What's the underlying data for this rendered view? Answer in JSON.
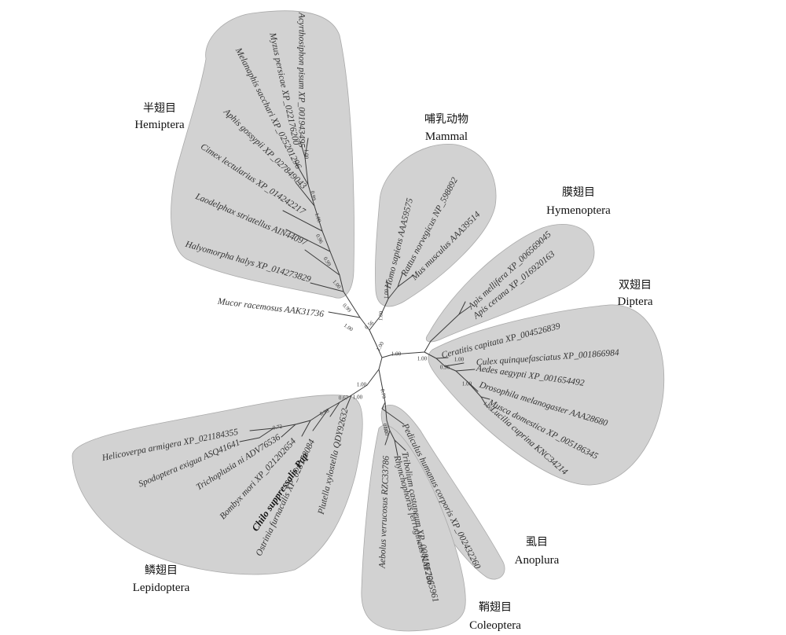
{
  "groups": [
    {
      "id": "hemiptera",
      "name_cn": "半翅目",
      "name_en": "Hemiptera"
    },
    {
      "id": "mammal",
      "name_cn": "哺乳动物",
      "name_en": "Mammal"
    },
    {
      "id": "hymenoptera",
      "name_cn": "膜翅目",
      "name_en": "Hymenoptera"
    },
    {
      "id": "diptera",
      "name_cn": "双翅目",
      "name_en": "Diptera"
    },
    {
      "id": "anoplura",
      "name_cn": "虱目",
      "name_en": "Anoplura"
    },
    {
      "id": "coleoptera",
      "name_cn": "鞘翅目",
      "name_en": "Coleoptera"
    },
    {
      "id": "lepidoptera",
      "name_cn": "鳞翅目",
      "name_en": "Lepidoptera"
    }
  ],
  "leaves": [
    {
      "id": "acyrthosiphon",
      "label": "Acyrthosiphon pisum XP_001943495",
      "group": "hemiptera"
    },
    {
      "id": "myzus",
      "label": "Myzus persicae XP_022176200",
      "group": "hemiptera"
    },
    {
      "id": "melanaphis",
      "label": "Melanaphis sacchari XP_025201296",
      "group": "hemiptera"
    },
    {
      "id": "aphis",
      "label": "Aphis gossypii XP_027849043",
      "group": "hemiptera"
    },
    {
      "id": "cimex",
      "label": "Cimex lectularius XP_014242217",
      "group": "hemiptera"
    },
    {
      "id": "laodelphax",
      "label": "Laodelphax striatellus AIN44097",
      "group": "hemiptera"
    },
    {
      "id": "halyomorpha",
      "label": "Halyomorpha halys XP_014273829",
      "group": "hemiptera"
    },
    {
      "id": "mucor",
      "label": "Mucor racemosus AAK31736",
      "group": "outgroup"
    },
    {
      "id": "homo",
      "label": "Homo sapiens AAA59575",
      "group": "mammal"
    },
    {
      "id": "rattus",
      "label": "Rattus norvegicus NP_598892",
      "group": "mammal"
    },
    {
      "id": "mus",
      "label": "Mus musculus AAA39514",
      "group": "mammal"
    },
    {
      "id": "apis_m",
      "label": "Apis mellifera XP_006569045",
      "group": "hymenoptera"
    },
    {
      "id": "apis_c",
      "label": "Apis cerana XP_016920163",
      "group": "hymenoptera"
    },
    {
      "id": "ceratitis",
      "label": "Ceratitis capitata XP_004526839",
      "group": "diptera"
    },
    {
      "id": "culex",
      "label": "Culex quinquefasciatus XP_001866984",
      "group": "diptera"
    },
    {
      "id": "aedes",
      "label": "Aedes aegypti XP_001654492",
      "group": "diptera"
    },
    {
      "id": "drosophila",
      "label": "Drosophila melanogaster AAA28680",
      "group": "diptera"
    },
    {
      "id": "musca",
      "label": "Musca domestica XP_005186345",
      "group": "diptera"
    },
    {
      "id": "lucilia",
      "label": "Lucilia cuprina KNC34214",
      "group": "diptera"
    },
    {
      "id": "pediculus",
      "label": "Pediculus humanus corporis XP_002432260",
      "group": "anoplura"
    },
    {
      "id": "rhynchophorus",
      "label": "Rhynchophorus ferrugineus KAF7265961",
      "group": "coleoptera"
    },
    {
      "id": "tribolium",
      "label": "Tribolium castaneum XP_008191266",
      "group": "coleoptera"
    },
    {
      "id": "aethina",
      "label": "Aebolus verrucosus RZC33786",
      "group": "coleoptera"
    },
    {
      "id": "helicoverpa",
      "label": "Helicoverpa armigera XP_021184355",
      "group": "lepidoptera"
    },
    {
      "id": "spodoptera",
      "label": "Spodoptera exigua ASQ41641",
      "group": "lepidoptera"
    },
    {
      "id": "trichoplusia",
      "label": "Trichoplusia ni ADV76536",
      "group": "lepidoptera"
    },
    {
      "id": "bombyx",
      "label": "Bombyx mori XP_021202654",
      "group": "lepidoptera"
    },
    {
      "id": "chilo",
      "label": "Chilo suppressalis Pap",
      "group": "lepidoptera",
      "emphasis": true
    },
    {
      "id": "ostrinia",
      "label": "Ostrinia furnacalis XP_028158084",
      "group": "lepidoptera"
    },
    {
      "id": "plutella",
      "label": "Plutella xylostella QDY92632",
      "group": "lepidoptera"
    }
  ],
  "bootstrap_values": [
    {
      "id": "b1",
      "value": "1.00"
    },
    {
      "id": "b2",
      "value": "0.99"
    },
    {
      "id": "b3",
      "value": "1.00"
    },
    {
      "id": "b4",
      "value": "0.96"
    },
    {
      "id": "b5",
      "value": "0.99"
    },
    {
      "id": "b6",
      "value": "1.00"
    },
    {
      "id": "b7",
      "value": "0.99"
    },
    {
      "id": "b8",
      "value": "1.00"
    },
    {
      "id": "b9",
      "value": "0.56"
    },
    {
      "id": "b10",
      "value": "1.00"
    },
    {
      "id": "b11",
      "value": "1.00"
    },
    {
      "id": "b12",
      "value": "1.00"
    },
    {
      "id": "b13",
      "value": "1.00"
    },
    {
      "id": "b14",
      "value": "1.00"
    },
    {
      "id": "b15",
      "value": "0.96"
    },
    {
      "id": "b16",
      "value": "1.00"
    },
    {
      "id": "b17",
      "value": "1.00"
    },
    {
      "id": "b18",
      "value": "1.00"
    },
    {
      "id": "b19",
      "value": "1.00"
    },
    {
      "id": "b20",
      "value": "1.00"
    },
    {
      "id": "b21",
      "value": "0.79"
    },
    {
      "id": "b22",
      "value": "0.80"
    },
    {
      "id": "b23",
      "value": "0.67"
    },
    {
      "id": "b24",
      "value": "0.93"
    },
    {
      "id": "b25",
      "value": "0.72"
    },
    {
      "id": "b26",
      "value": "1.00"
    }
  ]
}
